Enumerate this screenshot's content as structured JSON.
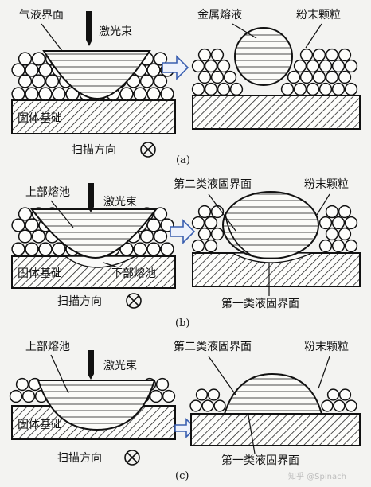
{
  "panel_a": {
    "left": {
      "gas_liquid_interface": "气液界面",
      "laser_beam": "激光束",
      "solid_substrate": "固体基础",
      "scan_direction": "扫描方向"
    },
    "right": {
      "molten_metal": "金属熔液",
      "powder_particles": "粉末颗粒"
    },
    "caption": "(a)"
  },
  "panel_b": {
    "left": {
      "upper_pool": "上部熔池",
      "laser_beam": "激光束",
      "solid_substrate": "固体基础",
      "lower_pool": "下部熔池",
      "scan_direction": "扫描方向"
    },
    "right": {
      "second_interface": "第二类液固界面",
      "powder_particles": "粉末颗粒",
      "first_interface": "第一类液固界面"
    },
    "caption": "(b)"
  },
  "panel_c": {
    "left": {
      "upper_pool": "上部熔池",
      "laser_beam": "激光束",
      "solid_substrate": "固体基础",
      "scan_direction": "扫描方向"
    },
    "right": {
      "second_interface": "第二类液固界面",
      "powder_particles": "粉末颗粒",
      "first_interface": "第一类液固界面"
    },
    "caption": "(c)"
  },
  "watermark": "知乎 @Spinach"
}
